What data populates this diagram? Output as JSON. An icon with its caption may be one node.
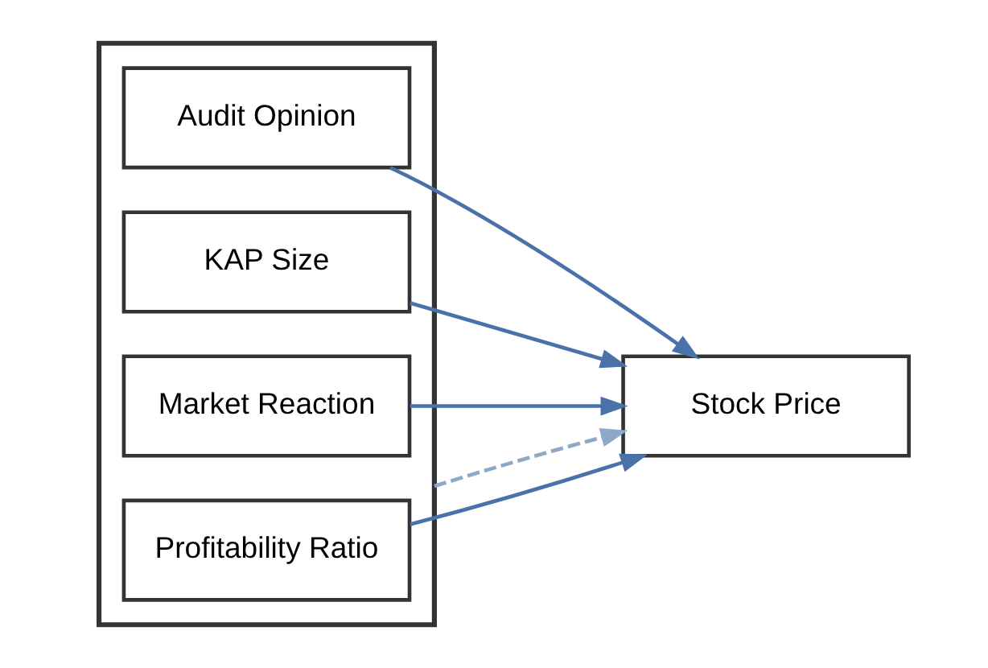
{
  "diagram": {
    "nodes": [
      {
        "text": [],
        "shape": "box"
      },
      {
        "text": [
          "Audit Opinion"
        ],
        "in": 0
      },
      {
        "text": [
          "KAP Size"
        ],
        "in": 0
      },
      {
        "text": [
          "Market Reaction"
        ],
        "in": 0
      },
      {
        "text": [
          "Profitability Ratio"
        ],
        "in": 0
      },
      {
        "text": [
          "Stock Price"
        ]
      }
    ],
    "edges": [
      {
        "from": 1,
        "to": 5,
        "arrow": "to"
      },
      {
        "from": 2,
        "to": 5,
        "arrow": "to"
      },
      {
        "from": 3,
        "to": 5,
        "arrow": "to"
      },
      {
        "from": 4,
        "to": 5,
        "arrow": "to"
      },
      {
        "from": 0,
        "to": 5,
        "arrow": "to",
        "style": "dashed",
        "color": "#8ea8c8"
      }
    ]
  }
}
